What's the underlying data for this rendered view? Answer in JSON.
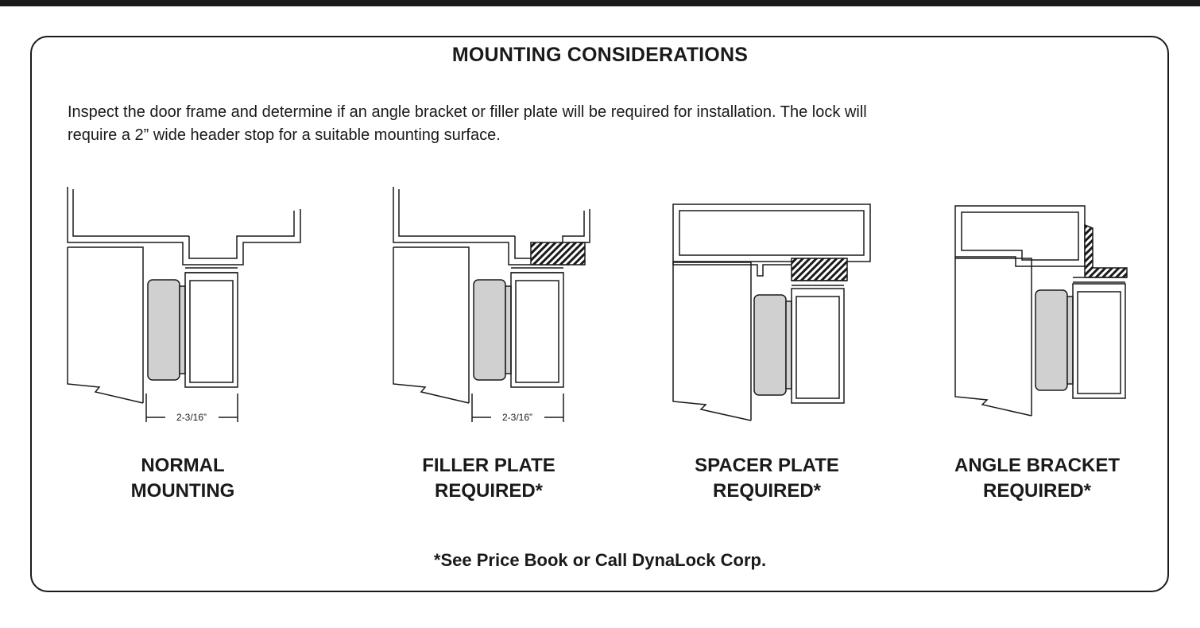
{
  "header": {
    "title": "MOUNTING CONSIDERATIONS",
    "intro_line1": "Inspect the door frame and determine if an angle bracket or filler plate will be required for installation. The lock will",
    "intro_line2": "require a 2” wide header stop for a suitable mounting surface."
  },
  "figures": [
    {
      "id": "normal",
      "caption_line1": "NORMAL",
      "caption_line2": "MOUNTING",
      "dimension": "2-3/16”"
    },
    {
      "id": "filler",
      "caption_line1": "FILLER PLATE",
      "caption_line2": "REQUIRED*",
      "dimension": "2-3/16”"
    },
    {
      "id": "spacer",
      "caption_line1": "SPACER PLATE",
      "caption_line2": "REQUIRED*"
    },
    {
      "id": "angle",
      "caption_line1": "ANGLE BRACKET",
      "caption_line2": "REQUIRED*"
    }
  ],
  "footnote": "*See Price Book or Call DynaLock Corp.",
  "colors": {
    "ink": "#1a1a1a",
    "lock_fill": "#d0d0d0"
  }
}
